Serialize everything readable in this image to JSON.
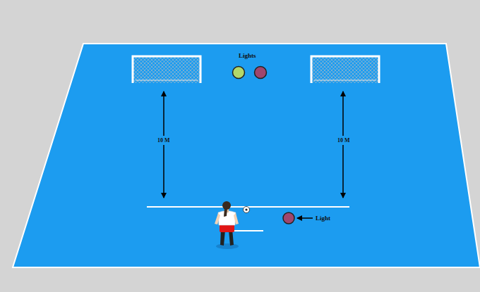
{
  "diagram": {
    "labels": [
      "Lights",
      "10 M",
      "10 M",
      "Light"
    ]
  }
}
